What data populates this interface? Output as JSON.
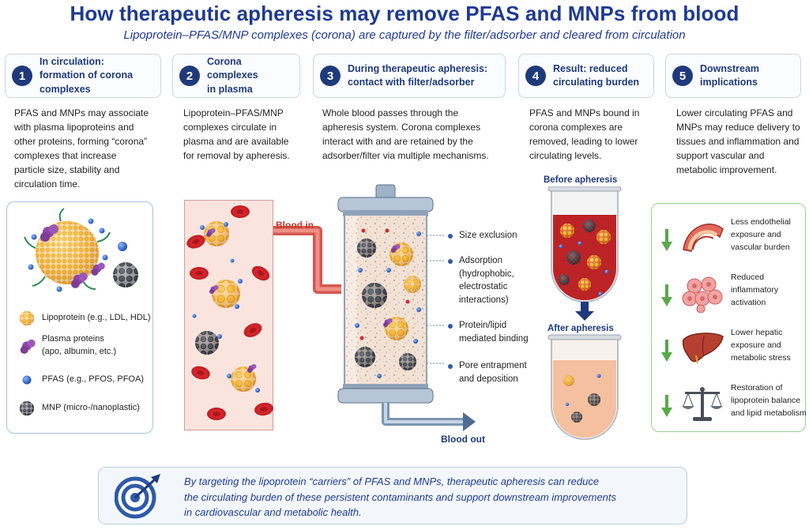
{
  "header": {
    "title": "How therapeutic apheresis may remove PFAS and MNPs from blood",
    "subtitle": "Lipoprotein–PFAS/MNP complexes (corona) are captured by the filter/adsorber and cleared from circulation"
  },
  "steps": [
    {
      "num": "1",
      "line1": "In circulation:",
      "line2": "formation of corona complexes",
      "desc": [
        "PFAS and MNPs may associate",
        "with plasma lipoproteins and",
        "other proteins, forming “corona”",
        "complexes that increase",
        "particle size, stability and",
        "circulation time."
      ]
    },
    {
      "num": "2",
      "line1": "Corona complexes",
      "line2": "in plasma",
      "desc": [
        "Lipoprotein–PFAS/MNP",
        "complexes circulate in",
        "plasma and are available",
        "for removal by apheresis."
      ]
    },
    {
      "num": "3",
      "line1": "During therapeutic apheresis:",
      "line2": "contact with filter/adsorber",
      "desc": [
        "Whole blood passes through the",
        "apheresis system. Corona complexes",
        "interact with and are retained by the",
        "adsorber/filter via multiple mechanisms."
      ]
    },
    {
      "num": "4",
      "line1": "Result: reduced",
      "line2": "circulating burden",
      "desc": [
        "PFAS and MNPs bound in",
        "corona complexes are",
        "removed, leading to lower",
        "circulating levels."
      ]
    },
    {
      "num": "5",
      "line1": "Downstream",
      "line2": "implications",
      "desc": [
        "Lower circulating PFAS and",
        "MNPs may reduce delivery to",
        "tissues and inflammation and",
        "support vascular and",
        "metabolic improvement."
      ]
    }
  ],
  "legend": [
    {
      "icon": "lipoprotein-icon",
      "line1": "Lipoprotein (e.g., LDL, HDL)",
      "line2": ""
    },
    {
      "icon": "plasma-protein-icon",
      "line1": "Plasma proteins",
      "line2": "(apo, albumin, etc.)"
    },
    {
      "icon": "pfas-icon",
      "line1": "PFAS (e.g., PFOS, PFOA)",
      "line2": ""
    },
    {
      "icon": "mnp-icon",
      "line1": "MNP (micro-/nanoplastic)",
      "line2": ""
    }
  ],
  "flow": {
    "blood_in": "Blood in",
    "blood_out": "Blood out",
    "before": "Before apheresis",
    "after": "After apheresis"
  },
  "mechanisms": [
    {
      "line1": "Size exclusion",
      "line2": "",
      "line3": ""
    },
    {
      "line1": "Adsorption",
      "line2": "(hydrophobic,",
      "line3": "electrostatic",
      "line4": "interactions)"
    },
    {
      "line1": "Protein/lipid",
      "line2": "mediated binding",
      "line3": ""
    },
    {
      "line1": "Pore entrapment",
      "line2": "and deposition",
      "line3": ""
    }
  ],
  "downstream": [
    {
      "icon": "vessel-icon",
      "lines": [
        "Less endothelial",
        "exposure and",
        "vascular burden"
      ]
    },
    {
      "icon": "cells-icon",
      "lines": [
        "Reduced",
        "inflammatory",
        "activation"
      ]
    },
    {
      "icon": "liver-icon",
      "lines": [
        "Lower hepatic",
        "exposure and",
        "metabolic stress"
      ]
    },
    {
      "icon": "scale-icon",
      "lines": [
        "Restoration of",
        "lipoprotein balance",
        "and lipid metabolism"
      ]
    }
  ],
  "footer": {
    "line1": "By targeting the lipoprotein “carriers” of PFAS and MNPs, therapeutic apheresis can reduce",
    "line2": "the circulating burden of these persistent contaminants and support downstream improvements",
    "line3": "in cardiovascular and metabolic health."
  },
  "colors": {
    "navy": "#1f3a7a",
    "title_blue": "#1f3a93",
    "blood_red": "#c0392b",
    "green": "#5aa84a",
    "lipoprotein": "#f0a830"
  }
}
